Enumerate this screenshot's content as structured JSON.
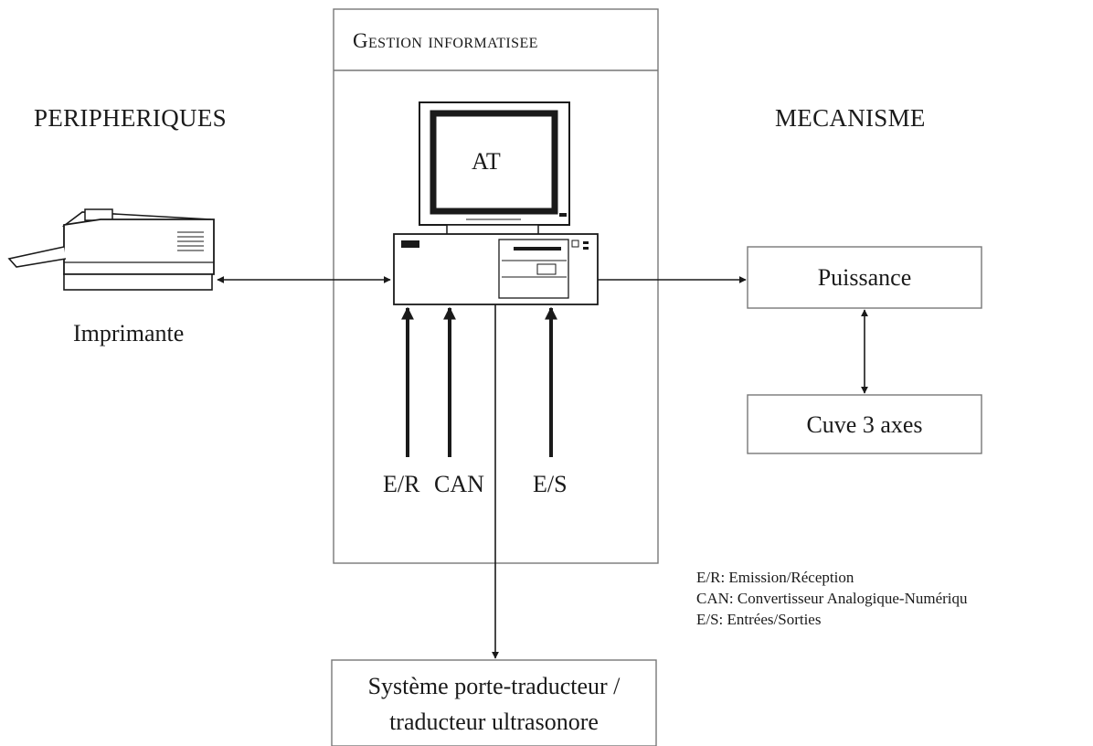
{
  "labels": {
    "peripheriques": "PERIPHERIQUES",
    "gestion": "Gestion informatisee",
    "mecanisme": "MECANISME",
    "at": "AT",
    "imprimante": "Imprimante",
    "puissance": "Puissance",
    "cuve": "Cuve 3 axes",
    "er": "E/R",
    "can": "CAN",
    "es": "E/S",
    "systeme_line1": "Système porte-traducteur /",
    "systeme_line2": "traducteur ultrasonore"
  },
  "legend": [
    "E/R: Emission/Réception",
    "CAN: Convertisseur Analogique-Numériqu",
    "E/S: Entrées/Sorties"
  ],
  "colors": {
    "line": "#1a1a1a",
    "box_border": "#777777",
    "background": "#ffffff"
  }
}
